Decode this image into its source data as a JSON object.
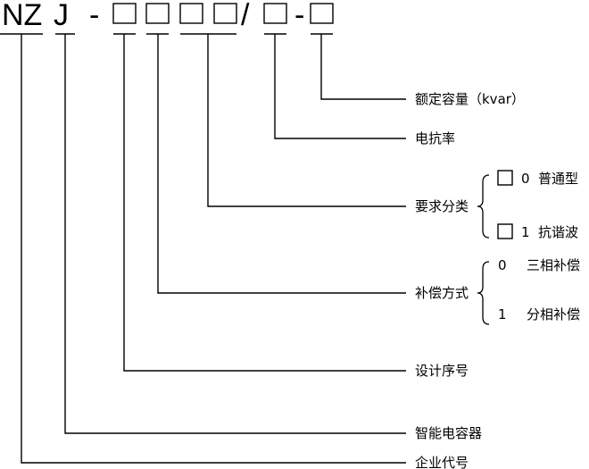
{
  "code": {
    "prefix": "NZ",
    "letter": "J",
    "dash1": "-",
    "slash": "/",
    "dash2": "-"
  },
  "fields": {
    "rated_capacity": "额定容量（kvar）",
    "reactance_ratio": "电抗率",
    "requirement_class": "要求分类",
    "compensation_mode": "补偿方式",
    "design_serial": "设计序号",
    "smart_capacitor": "智能电容器",
    "company_code": "企业代号"
  },
  "requirement_options": [
    {
      "code": "0",
      "name": "普通型"
    },
    {
      "code": "1",
      "name": "抗谐波"
    }
  ],
  "compensation_options": [
    {
      "code": "0",
      "name": "三相补偿"
    },
    {
      "code": "1",
      "name": "分相补偿"
    }
  ]
}
